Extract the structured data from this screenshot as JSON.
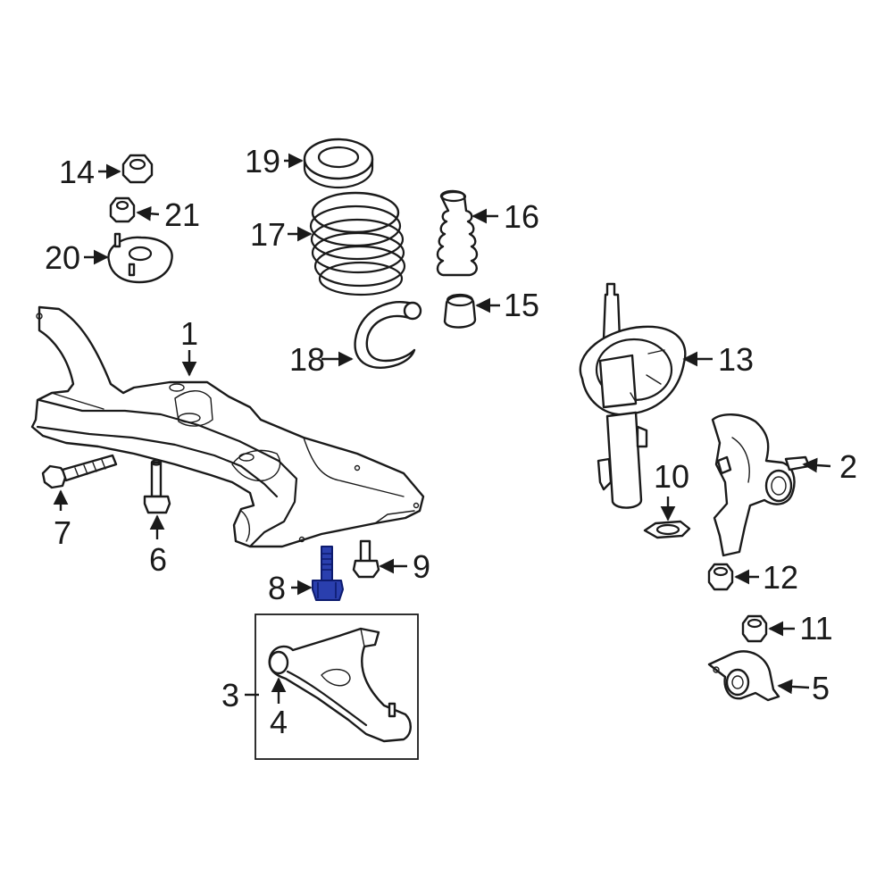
{
  "highlight_color": "#2a3fae",
  "parts": [
    {
      "id": "1",
      "label": "1"
    },
    {
      "id": "2",
      "label": "2"
    },
    {
      "id": "3",
      "label": "3"
    },
    {
      "id": "4",
      "label": "4"
    },
    {
      "id": "5",
      "label": "5"
    },
    {
      "id": "6",
      "label": "6"
    },
    {
      "id": "7",
      "label": "7"
    },
    {
      "id": "8",
      "label": "8",
      "highlighted": true
    },
    {
      "id": "9",
      "label": "9"
    },
    {
      "id": "10",
      "label": "10"
    },
    {
      "id": "11",
      "label": "11"
    },
    {
      "id": "12",
      "label": "12"
    },
    {
      "id": "13",
      "label": "13"
    },
    {
      "id": "14",
      "label": "14"
    },
    {
      "id": "15",
      "label": "15"
    },
    {
      "id": "16",
      "label": "16"
    },
    {
      "id": "17",
      "label": "17"
    },
    {
      "id": "18",
      "label": "18"
    },
    {
      "id": "19",
      "label": "19"
    },
    {
      "id": "20",
      "label": "20"
    },
    {
      "id": "21",
      "label": "21"
    }
  ]
}
